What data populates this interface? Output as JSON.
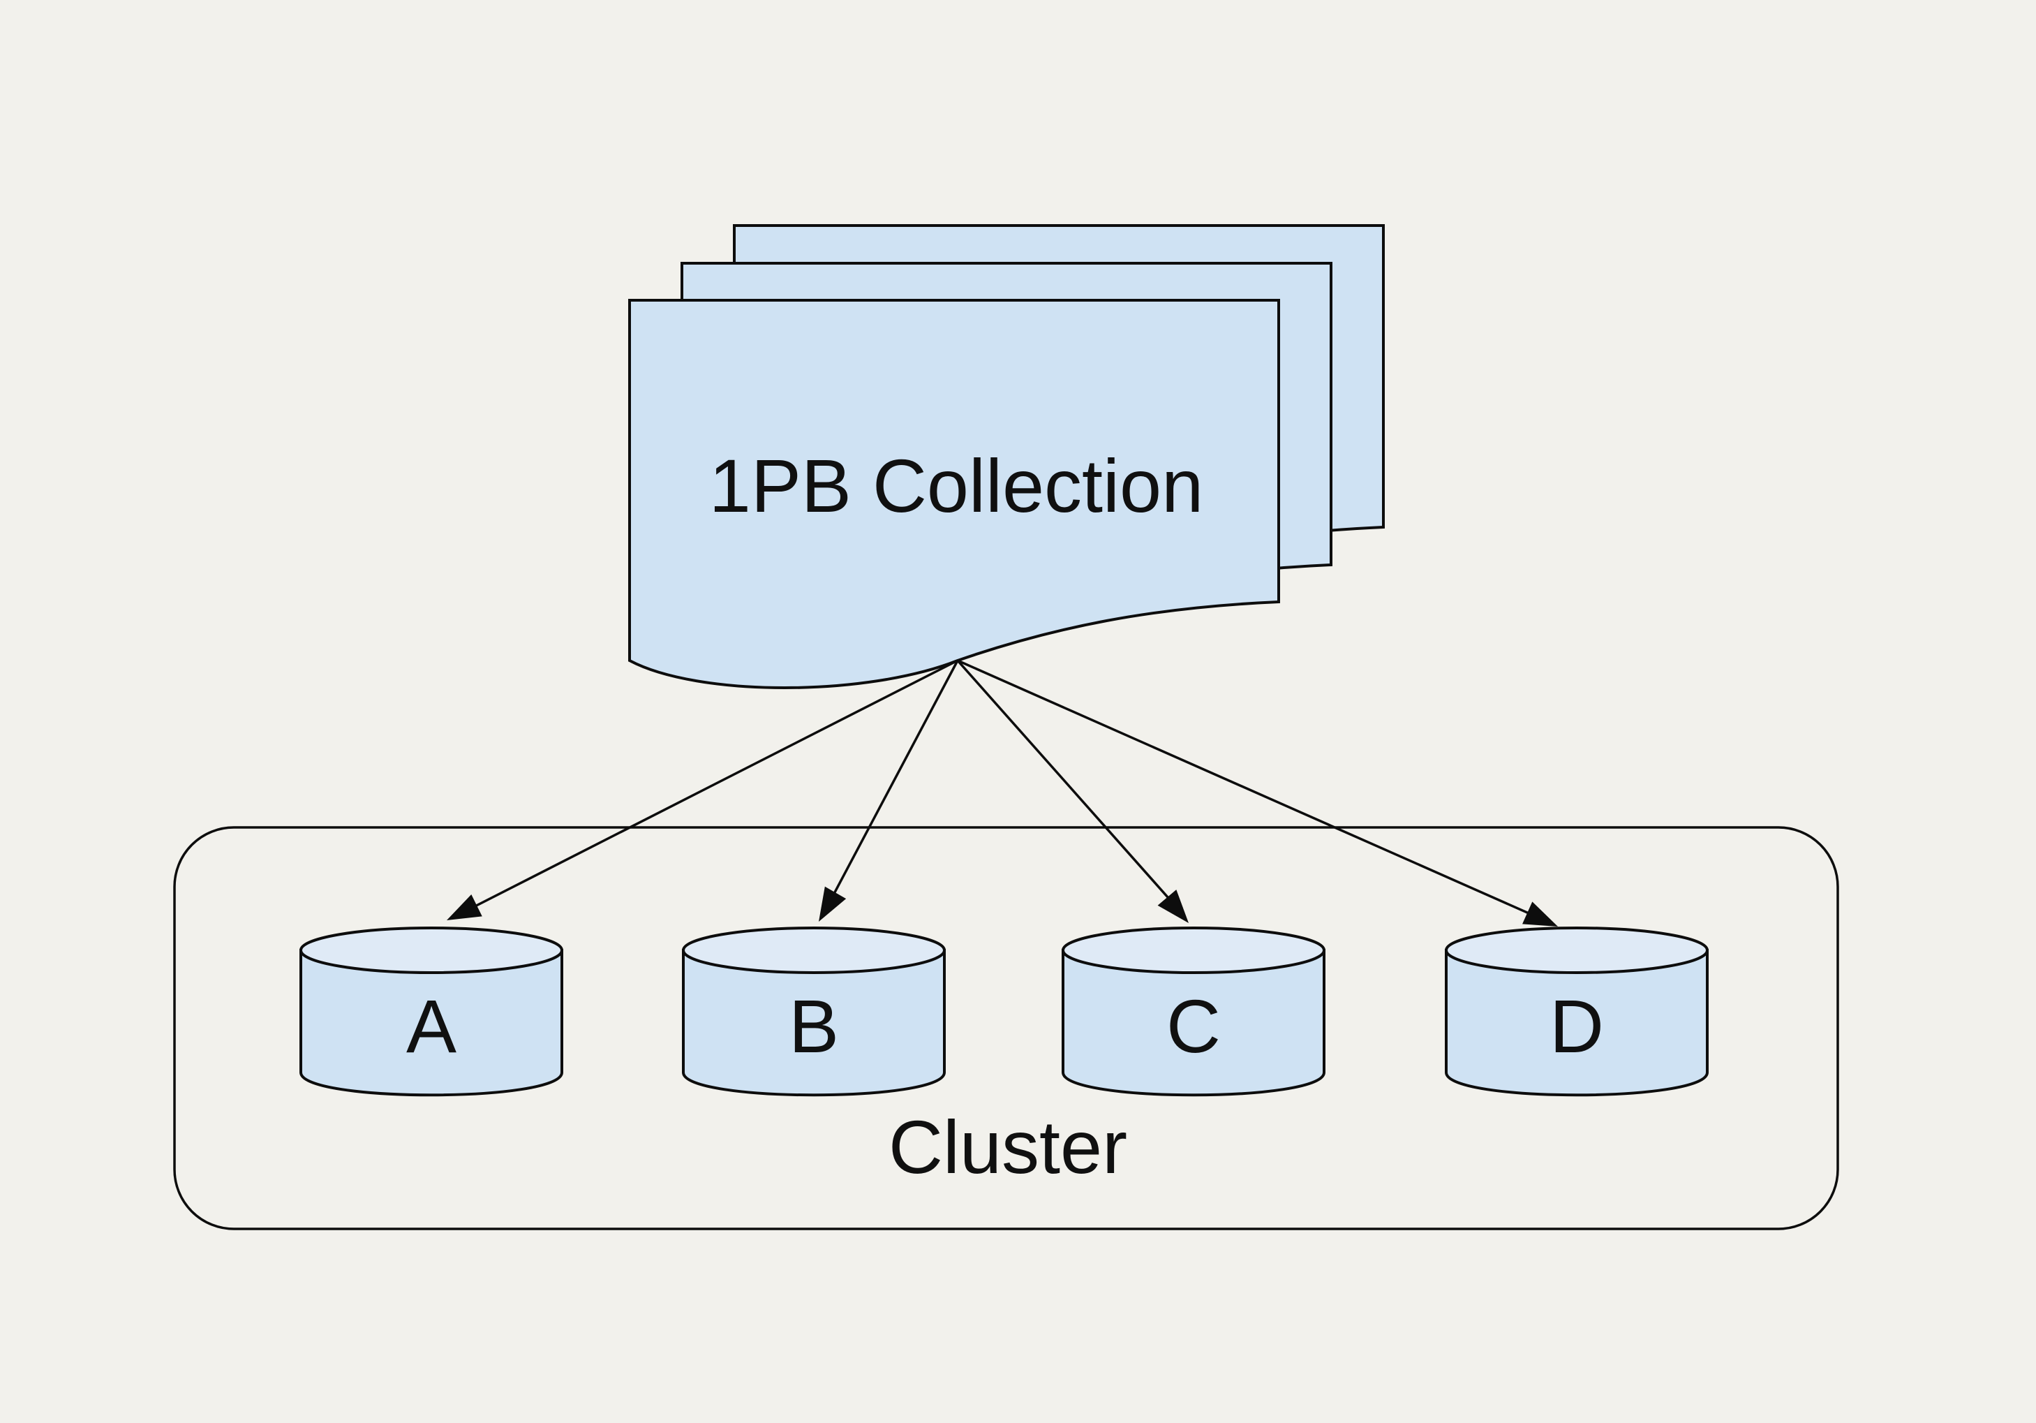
{
  "palette": {
    "background": "#f2f1ec",
    "shape_fill": "#cfe2f3",
    "shape_top_fill": "#dfeaf6",
    "line_color": "#0d0d0d",
    "text_color": "#101010"
  },
  "collection": {
    "label": "1PB Collection",
    "pages_in_stack": 3
  },
  "cluster": {
    "label": "Cluster",
    "nodes": [
      {
        "label": "A"
      },
      {
        "label": "B"
      },
      {
        "label": "C"
      },
      {
        "label": "D"
      }
    ]
  },
  "edges": [
    {
      "from": "1PB Collection",
      "to": "A"
    },
    {
      "from": "1PB Collection",
      "to": "B"
    },
    {
      "from": "1PB Collection",
      "to": "C"
    },
    {
      "from": "1PB Collection",
      "to": "D"
    }
  ]
}
